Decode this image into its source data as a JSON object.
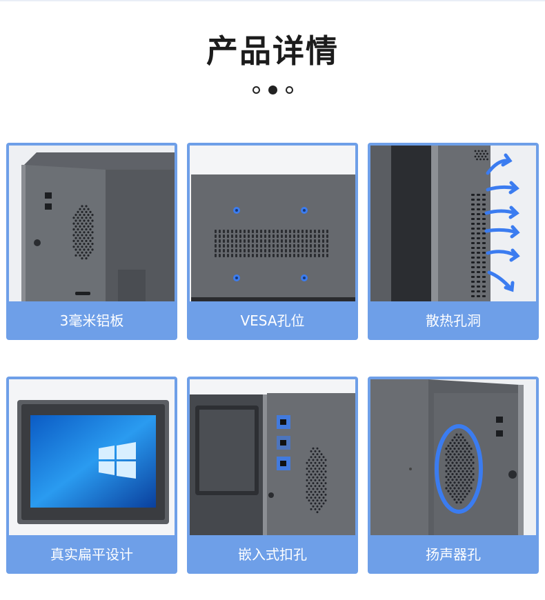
{
  "header": {
    "title": "产品详情"
  },
  "pager": {
    "count": 3,
    "active_index": 1
  },
  "colors": {
    "card_border": "#6e9fe8",
    "caption_text": "#ffffff",
    "metal": "#6a6d72",
    "accent_blue": "#3b7cf0"
  },
  "features": [
    {
      "label": "3毫米铝板",
      "icon": "aluminum-panel-photo"
    },
    {
      "label": "VESA孔位",
      "icon": "vesa-mount-photo"
    },
    {
      "label": "散热孔洞",
      "icon": "ventilation-photo"
    },
    {
      "label": "真实扁平设计",
      "icon": "flat-screen-photo"
    },
    {
      "label": "嵌入式扣孔",
      "icon": "embedded-clip-photo"
    },
    {
      "label": "扬声器孔",
      "icon": "speaker-hole-photo"
    }
  ]
}
